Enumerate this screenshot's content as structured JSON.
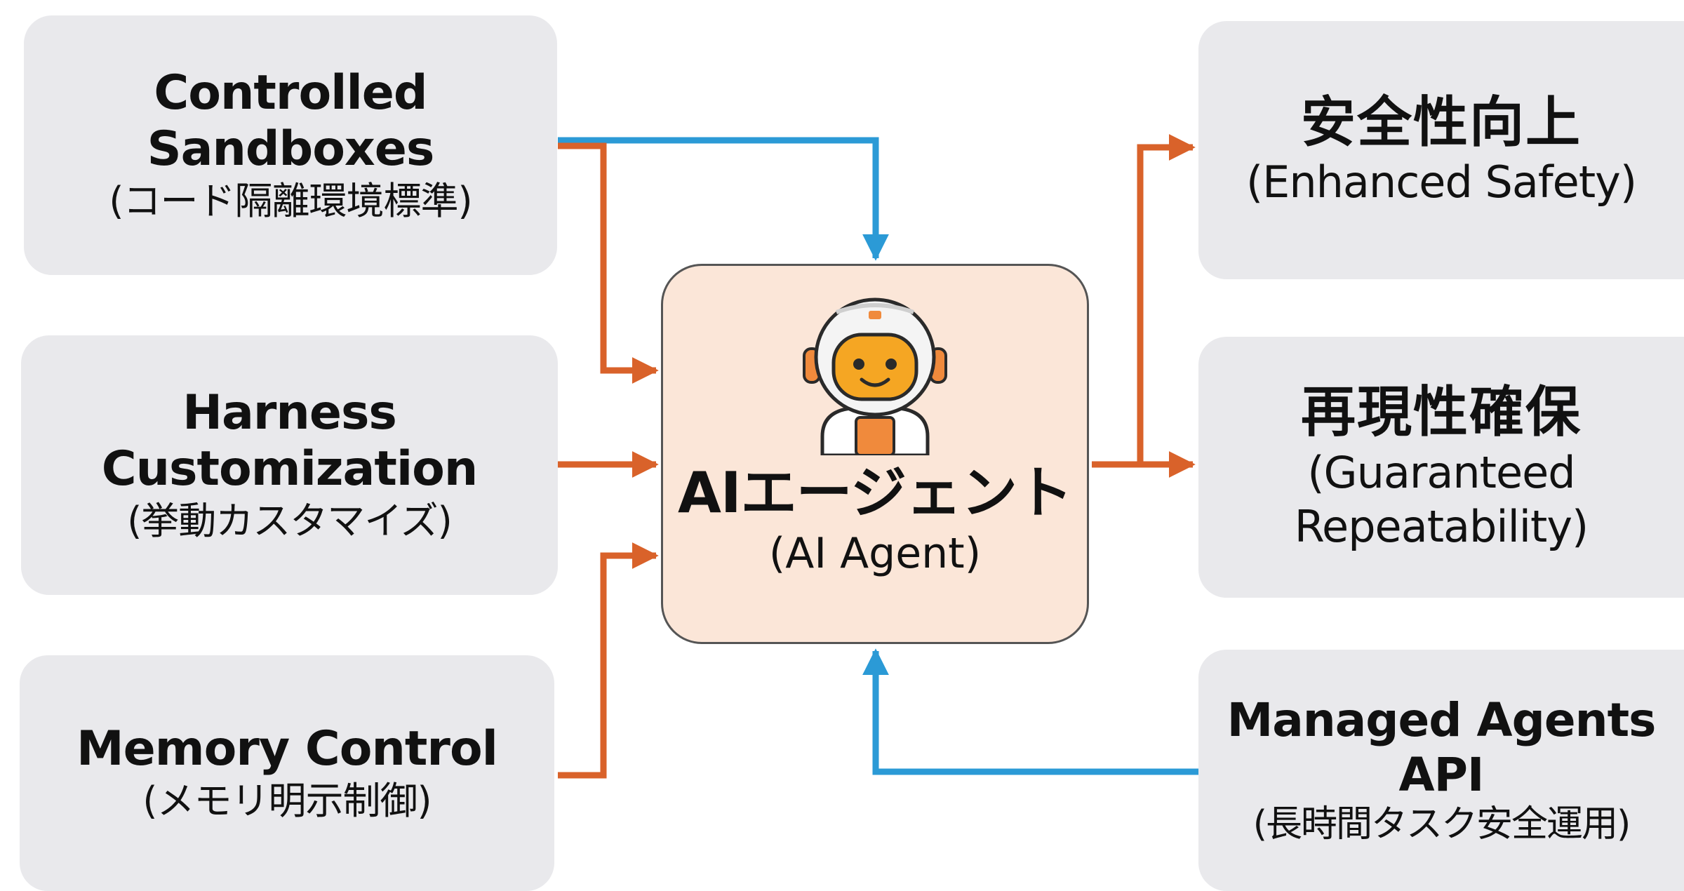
{
  "left": [
    {
      "title": "Controlled Sandboxes",
      "subtitle": "(コード隔離環境標準)"
    },
    {
      "title": "Harness Customization",
      "subtitle": "(挙動カスタマイズ)"
    },
    {
      "title": "Memory Control",
      "subtitle": "(メモリ明示制御)"
    }
  ],
  "center": {
    "title": "AIエージェント",
    "subtitle": "(AI Agent)",
    "icon": "robot-astronaut-icon"
  },
  "right": [
    {
      "title": "安全性向上",
      "subtitle": "(Enhanced Safety)"
    },
    {
      "title": "再現性確保",
      "subtitle": "(Guaranteed Repeatability)"
    },
    {
      "title": "Managed Agents API",
      "subtitle": "(長時間タスク安全運用)"
    }
  ],
  "colors": {
    "box_fill": "#e9e9ec",
    "center_fill": "#fbe6d8",
    "arrow_orange": "#d9622a",
    "arrow_blue": "#2b9ad6",
    "robot_accent": "#f08a3c"
  }
}
